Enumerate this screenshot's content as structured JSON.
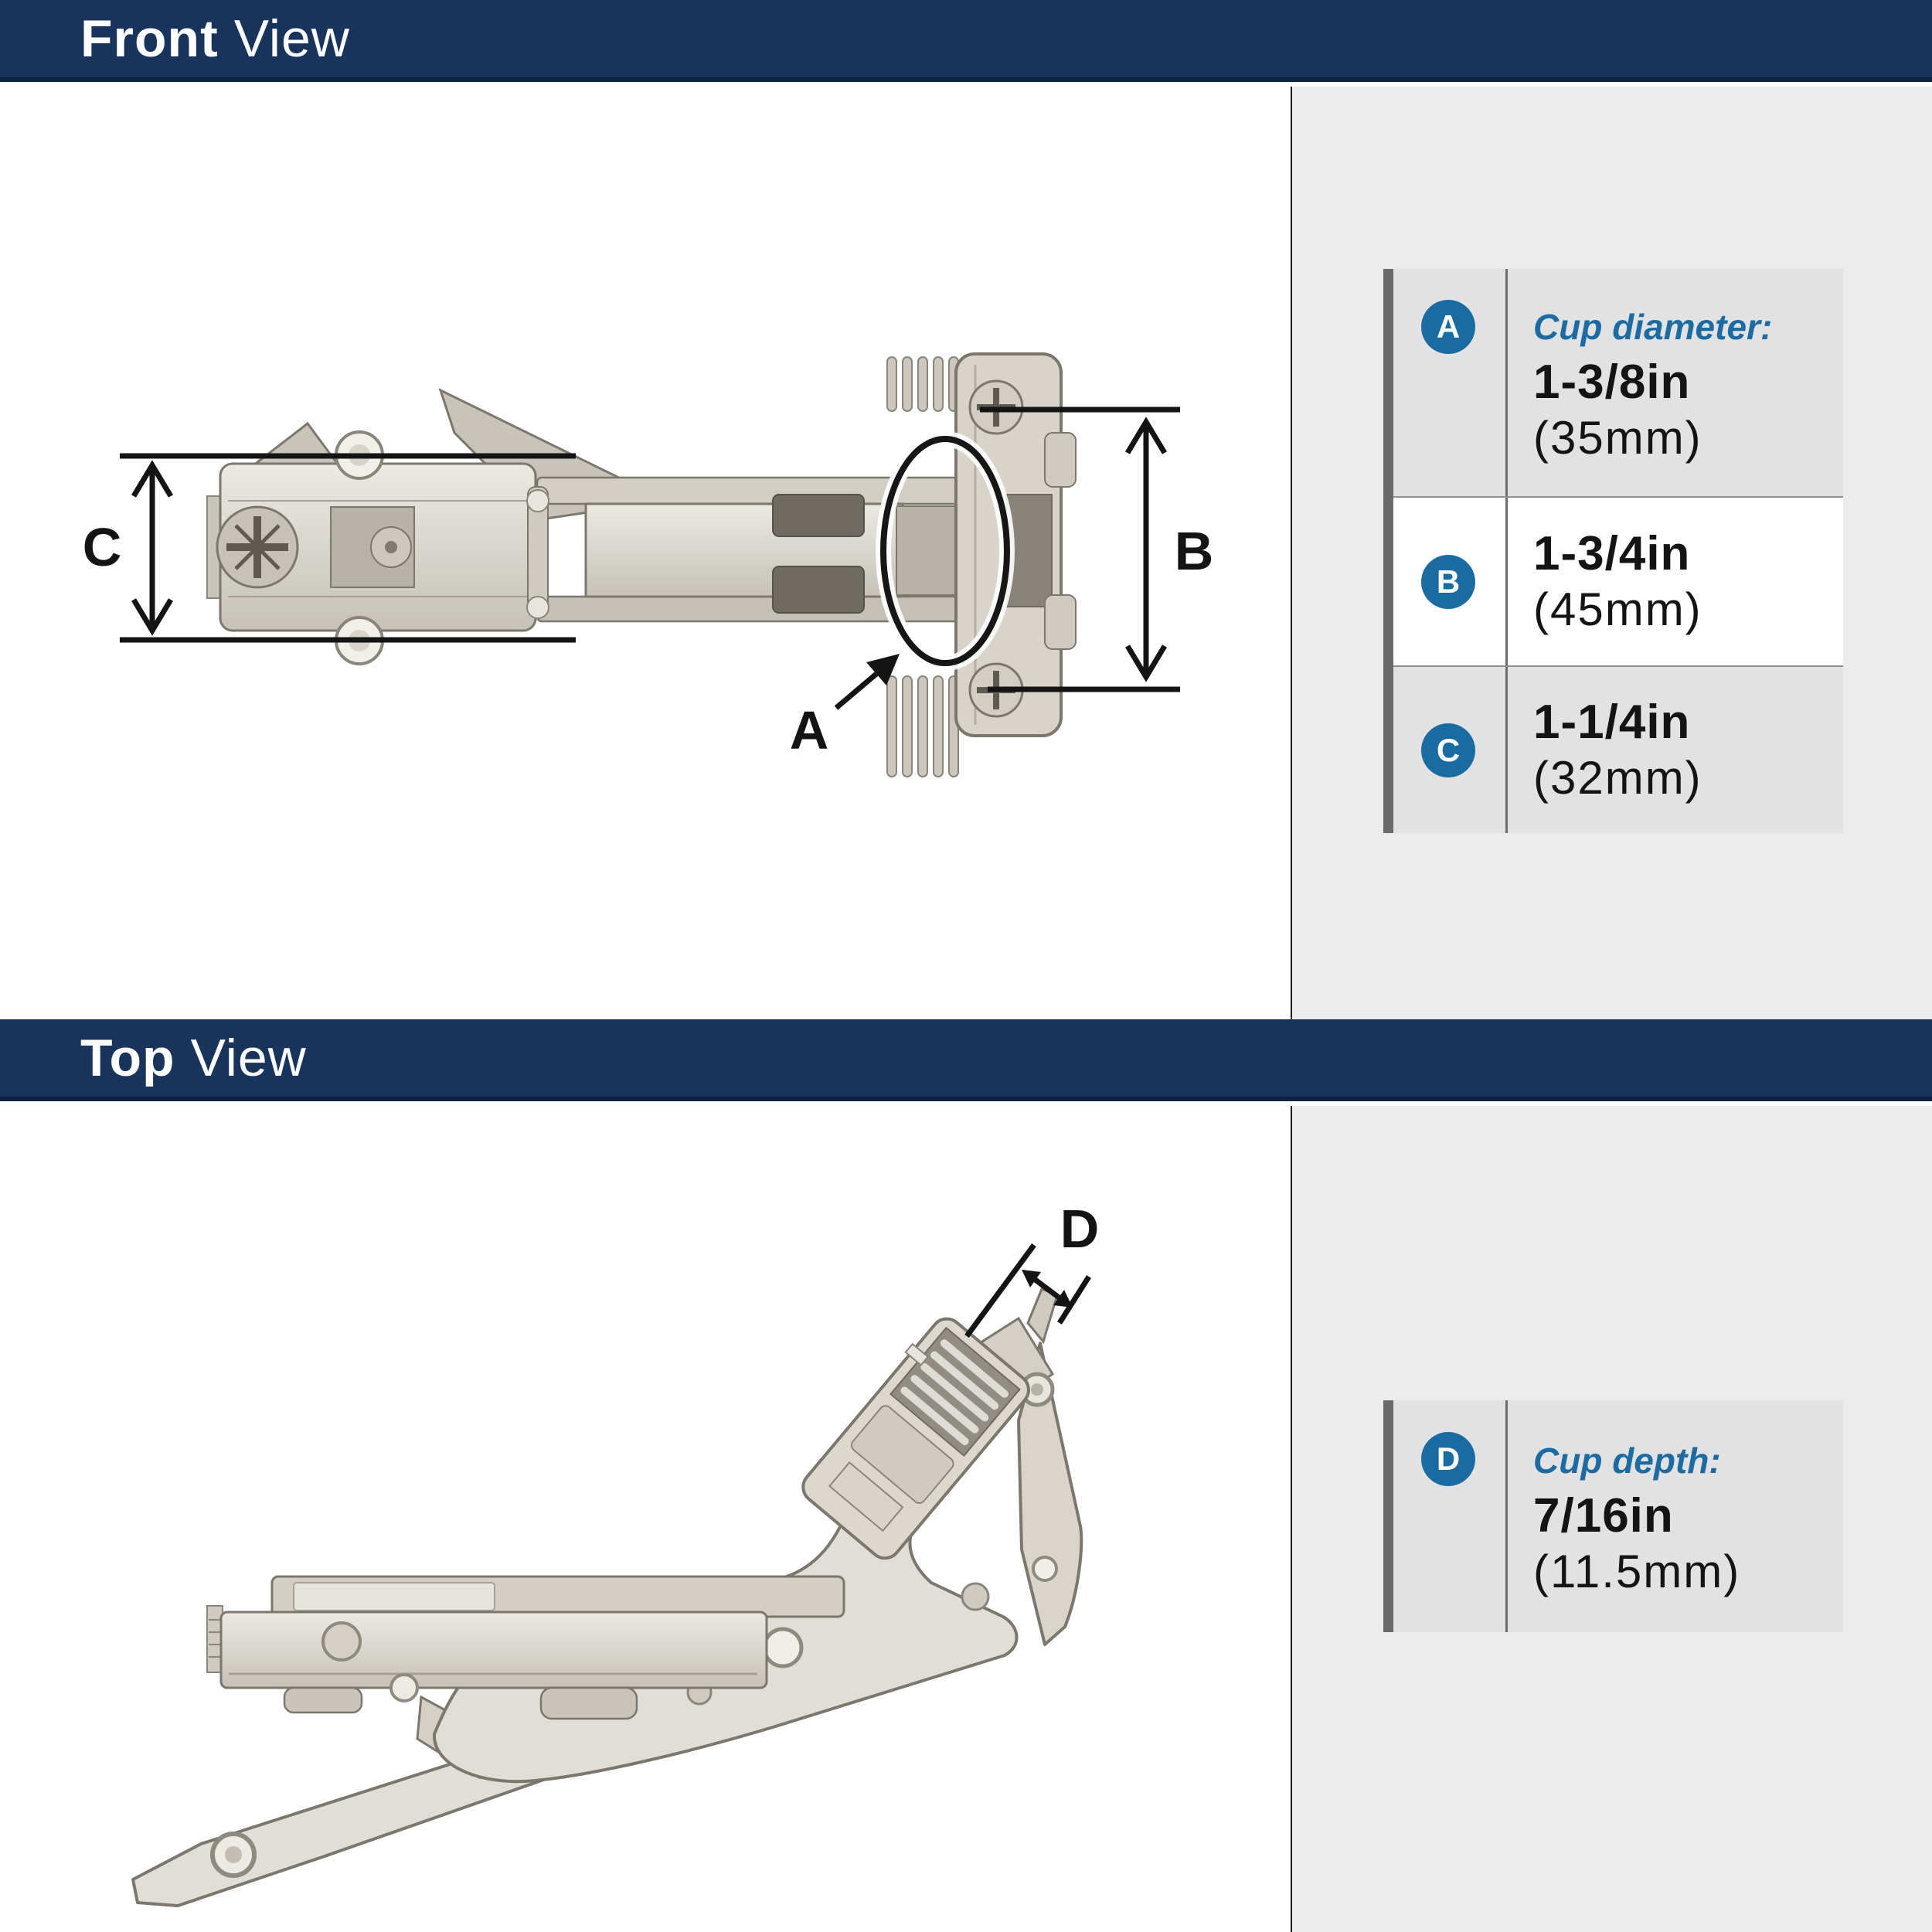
{
  "colors": {
    "navy": "#18345c",
    "panel": "#ececec",
    "row-gray": "#e2e2e2",
    "badge": "#1b6ba3",
    "blue-text": "#1d6ba3",
    "accent": "#6a6a6a",
    "line": "#8f8f8f",
    "divider": "#6e6e6e",
    "ink": "#141414"
  },
  "front_section": {
    "header": {
      "bold": "Front",
      "light": "View"
    },
    "dimension_labels": {
      "a": "A",
      "b": "B",
      "c": "C"
    },
    "table": {
      "rows": [
        {
          "letter": "A",
          "label": "Cup diameter:",
          "value": "1-3/8in",
          "metric": "(35mm)"
        },
        {
          "letter": "B",
          "value": "1-3/4in",
          "metric": "(45mm)"
        },
        {
          "letter": "C",
          "value": "1-1/4in",
          "metric": "(32mm)"
        }
      ]
    }
  },
  "top_section": {
    "header": {
      "bold": "Top",
      "light": "View"
    },
    "dimension_labels": {
      "d": "D"
    },
    "table": {
      "rows": [
        {
          "letter": "D",
          "label": "Cup depth:",
          "value": "7/16in",
          "metric": "(11.5mm)"
        }
      ]
    }
  }
}
